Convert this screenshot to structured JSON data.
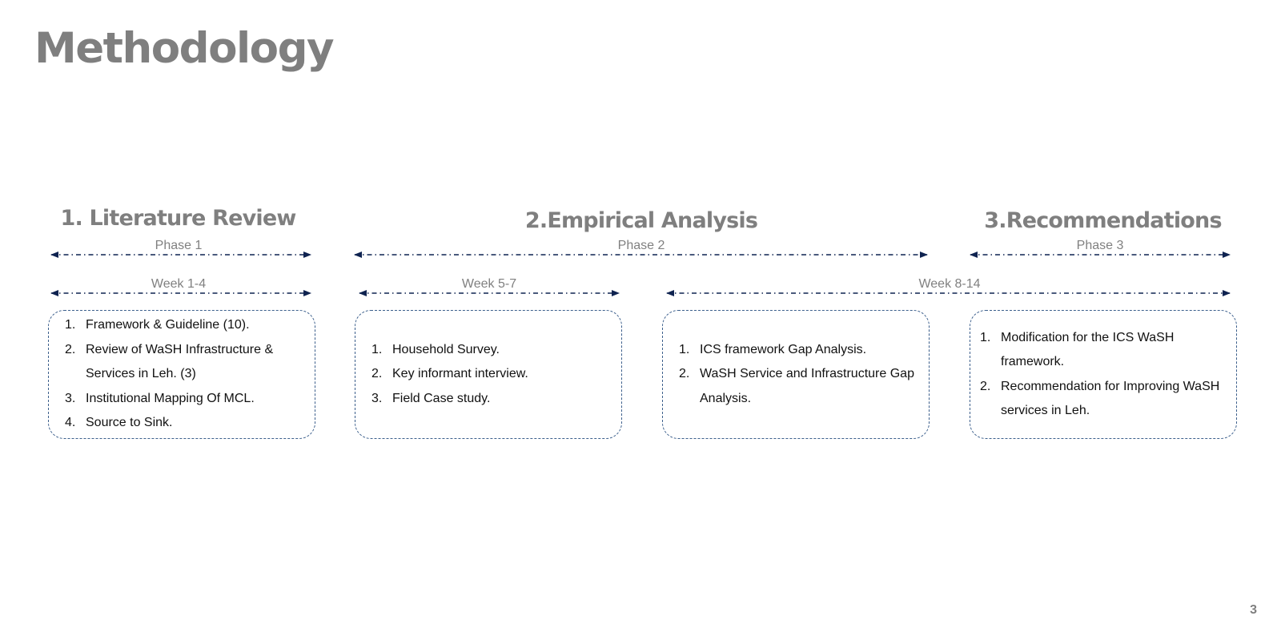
{
  "slide": {
    "title": "Methodology",
    "page_number": "3"
  },
  "phases": [
    {
      "heading": "1. Literature Review",
      "phase_label": "Phase 1"
    },
    {
      "heading": "2.Empirical Analysis",
      "phase_label": "Phase 2"
    },
    {
      "heading": "3.Recommendations",
      "phase_label": "Phase 3"
    }
  ],
  "weeks": [
    {
      "label": "Week 1-4"
    },
    {
      "label": "Week 5-7"
    },
    {
      "label": "Week 8-14"
    }
  ],
  "boxes": [
    {
      "items": [
        {
          "num": "1.",
          "text": "Framework & Guideline (10)."
        },
        {
          "num": "2.",
          "text": "Review of WaSH Infrastructure & Services in Leh. (3)"
        },
        {
          "num": "3.",
          "text": "Institutional Mapping Of MCL."
        },
        {
          "num": "4.",
          "text": "Source to Sink."
        }
      ]
    },
    {
      "items": [
        {
          "num": "1.",
          "text": "Household  Survey."
        },
        {
          "num": "2.",
          "text": "Key informant interview."
        },
        {
          "num": "3.",
          "text": "Field Case study."
        }
      ]
    },
    {
      "items": [
        {
          "num": "1.",
          "text": "ICS framework  Gap Analysis."
        },
        {
          "num": "2.",
          "text": "WaSH Service and Infrastructure Gap Analysis."
        }
      ]
    },
    {
      "items": [
        {
          "num": "1.",
          "text": "Modification for the ICS WaSH framework."
        },
        {
          "num": "2.",
          "text": "Recommendation for Improving WaSH services in Leh."
        }
      ]
    }
  ],
  "colors": {
    "heading_gray": "#7f7f7f",
    "arrow_navy": "#0f2350",
    "box_border": "#3c5f8c"
  }
}
